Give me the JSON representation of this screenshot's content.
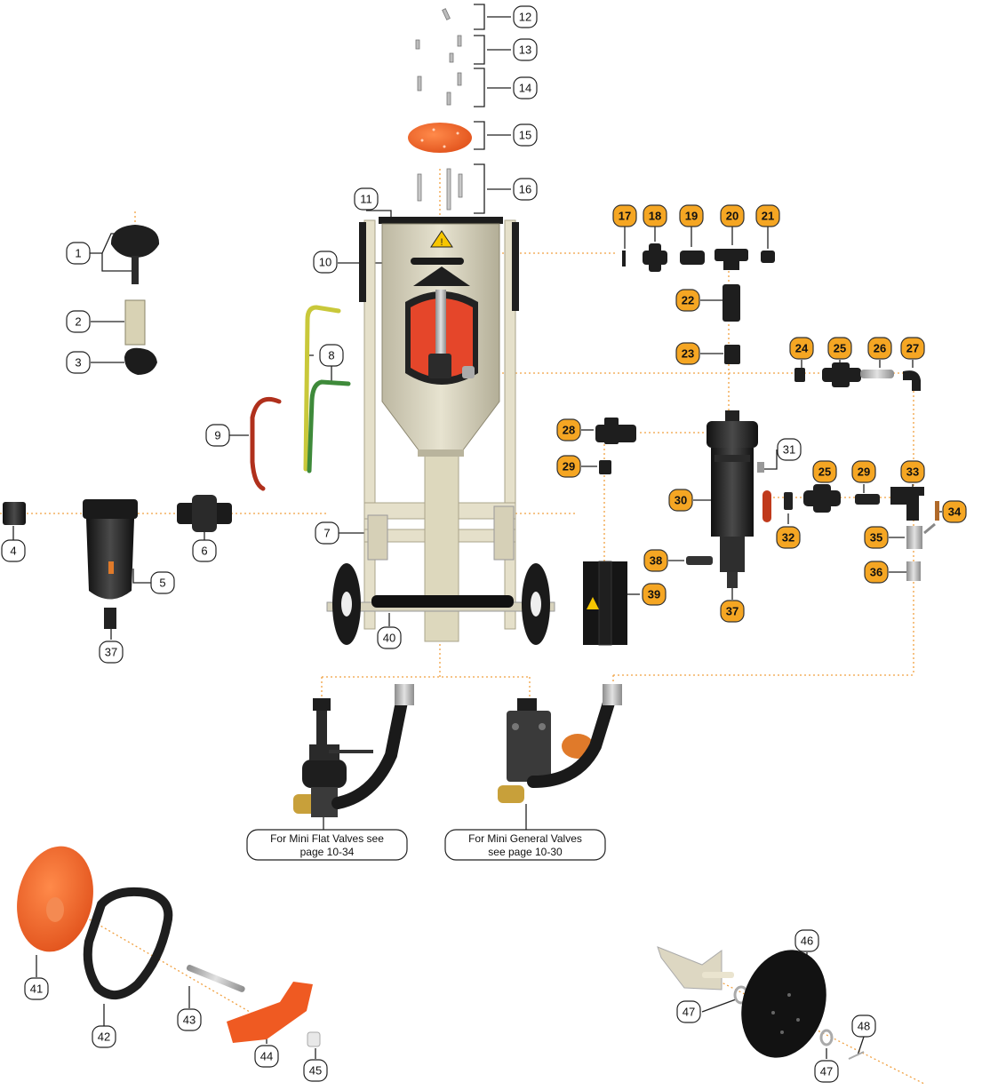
{
  "diagram": {
    "colors": {
      "white_callout_fill": "#ffffff",
      "white_callout_stroke": "#222222",
      "orange_callout_fill": "#f5a623",
      "orange_callout_stroke": "#333333",
      "leader_dotted": "#f0a040",
      "part_orange": "#f26522",
      "part_dark": "#1e1e1e",
      "vessel_body": "#d8d4c0",
      "frame": "#e2ddc8",
      "hose_yellow": "#c9c83a",
      "hose_green": "#3e8a3a",
      "hose_red": "#b0301c"
    },
    "callouts": [
      {
        "id": "c1",
        "label": "1",
        "style": "white"
      },
      {
        "id": "c2",
        "label": "2",
        "style": "white"
      },
      {
        "id": "c3",
        "label": "3",
        "style": "white"
      },
      {
        "id": "c4",
        "label": "4",
        "style": "white"
      },
      {
        "id": "c5",
        "label": "5",
        "style": "white"
      },
      {
        "id": "c6",
        "label": "6",
        "style": "white"
      },
      {
        "id": "c7",
        "label": "7",
        "style": "white"
      },
      {
        "id": "c8",
        "label": "8",
        "style": "white"
      },
      {
        "id": "c9",
        "label": "9",
        "style": "white"
      },
      {
        "id": "c10",
        "label": "10",
        "style": "white"
      },
      {
        "id": "c11",
        "label": "11",
        "style": "white"
      },
      {
        "id": "c12",
        "label": "12",
        "style": "white"
      },
      {
        "id": "c13",
        "label": "13",
        "style": "white"
      },
      {
        "id": "c14",
        "label": "14",
        "style": "white"
      },
      {
        "id": "c15",
        "label": "15",
        "style": "white"
      },
      {
        "id": "c16",
        "label": "16",
        "style": "white"
      },
      {
        "id": "c17",
        "label": "17",
        "style": "orange"
      },
      {
        "id": "c18",
        "label": "18",
        "style": "orange"
      },
      {
        "id": "c19",
        "label": "19",
        "style": "orange"
      },
      {
        "id": "c20",
        "label": "20",
        "style": "orange"
      },
      {
        "id": "c21",
        "label": "21",
        "style": "orange"
      },
      {
        "id": "c22",
        "label": "22",
        "style": "orange"
      },
      {
        "id": "c23",
        "label": "23",
        "style": "orange"
      },
      {
        "id": "c24",
        "label": "24",
        "style": "orange"
      },
      {
        "id": "c25a",
        "label": "25",
        "style": "orange"
      },
      {
        "id": "c26",
        "label": "26",
        "style": "orange"
      },
      {
        "id": "c27",
        "label": "27",
        "style": "orange"
      },
      {
        "id": "c28",
        "label": "28",
        "style": "orange"
      },
      {
        "id": "c29a",
        "label": "29",
        "style": "orange"
      },
      {
        "id": "c30",
        "label": "30",
        "style": "orange"
      },
      {
        "id": "c31",
        "label": "31",
        "style": "white"
      },
      {
        "id": "c25b",
        "label": "25",
        "style": "orange"
      },
      {
        "id": "c29b",
        "label": "29",
        "style": "orange"
      },
      {
        "id": "c33",
        "label": "33",
        "style": "orange"
      },
      {
        "id": "c32",
        "label": "32",
        "style": "orange"
      },
      {
        "id": "c34",
        "label": "34",
        "style": "orange"
      },
      {
        "id": "c35",
        "label": "35",
        "style": "orange"
      },
      {
        "id": "c36",
        "label": "36",
        "style": "orange"
      },
      {
        "id": "c38",
        "label": "38",
        "style": "orange"
      },
      {
        "id": "c39",
        "label": "39",
        "style": "orange"
      },
      {
        "id": "c37b",
        "label": "37",
        "style": "orange"
      },
      {
        "id": "c37a",
        "label": "37",
        "style": "white"
      },
      {
        "id": "c40",
        "label": "40",
        "style": "white"
      },
      {
        "id": "c41",
        "label": "41",
        "style": "white"
      },
      {
        "id": "c42",
        "label": "42",
        "style": "white"
      },
      {
        "id": "c43",
        "label": "43",
        "style": "white"
      },
      {
        "id": "c44",
        "label": "44",
        "style": "white"
      },
      {
        "id": "c45",
        "label": "45",
        "style": "white"
      },
      {
        "id": "c46",
        "label": "46",
        "style": "white"
      },
      {
        "id": "c47a",
        "label": "47",
        "style": "white"
      },
      {
        "id": "c47b",
        "label": "47",
        "style": "white"
      },
      {
        "id": "c48",
        "label": "48",
        "style": "white"
      }
    ],
    "references": [
      {
        "id": "ref-flat",
        "lines": [
          "For Mini Flat Valves see",
          "page 10-34"
        ]
      },
      {
        "id": "ref-general",
        "lines": [
          "For Mini General Valves",
          "see page 10-30"
        ]
      }
    ]
  }
}
